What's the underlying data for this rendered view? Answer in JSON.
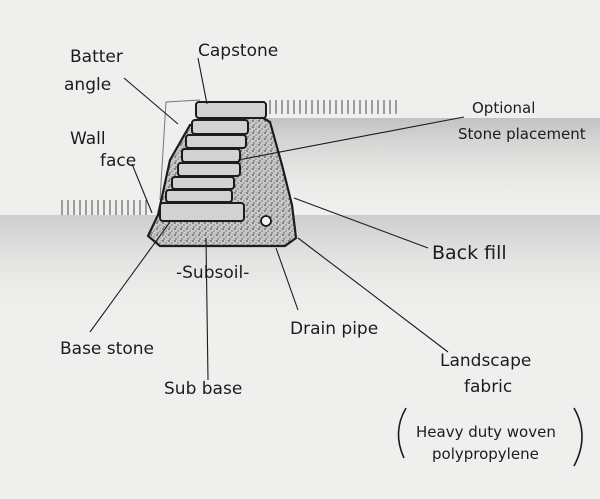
{
  "labels": {
    "batter_angle_line1": "Batter",
    "batter_angle_line2": "angle",
    "capstone": "Capstone",
    "wall_face_line1": "Wall",
    "wall_face_line2": "face",
    "optional_line1": "Optional",
    "optional_line2": "Stone placement",
    "back_fill": "Back fill",
    "subsoil": "-Subsoil-",
    "drain_pipe": "Drain pipe",
    "base_stone": "Base stone",
    "sub_base": "Sub base",
    "landscape_fabric_line1": "Landscape",
    "landscape_fabric_line2": "fabric",
    "fabric_note_line1": "Heavy duty woven",
    "fabric_note_line2": "polypropylene"
  },
  "colors": {
    "paper": "#efefed",
    "ink": "#1c1c1c",
    "stone": "#cfcfcf",
    "gravel": "#9a9a9a",
    "shade": "#b9b9b9"
  }
}
